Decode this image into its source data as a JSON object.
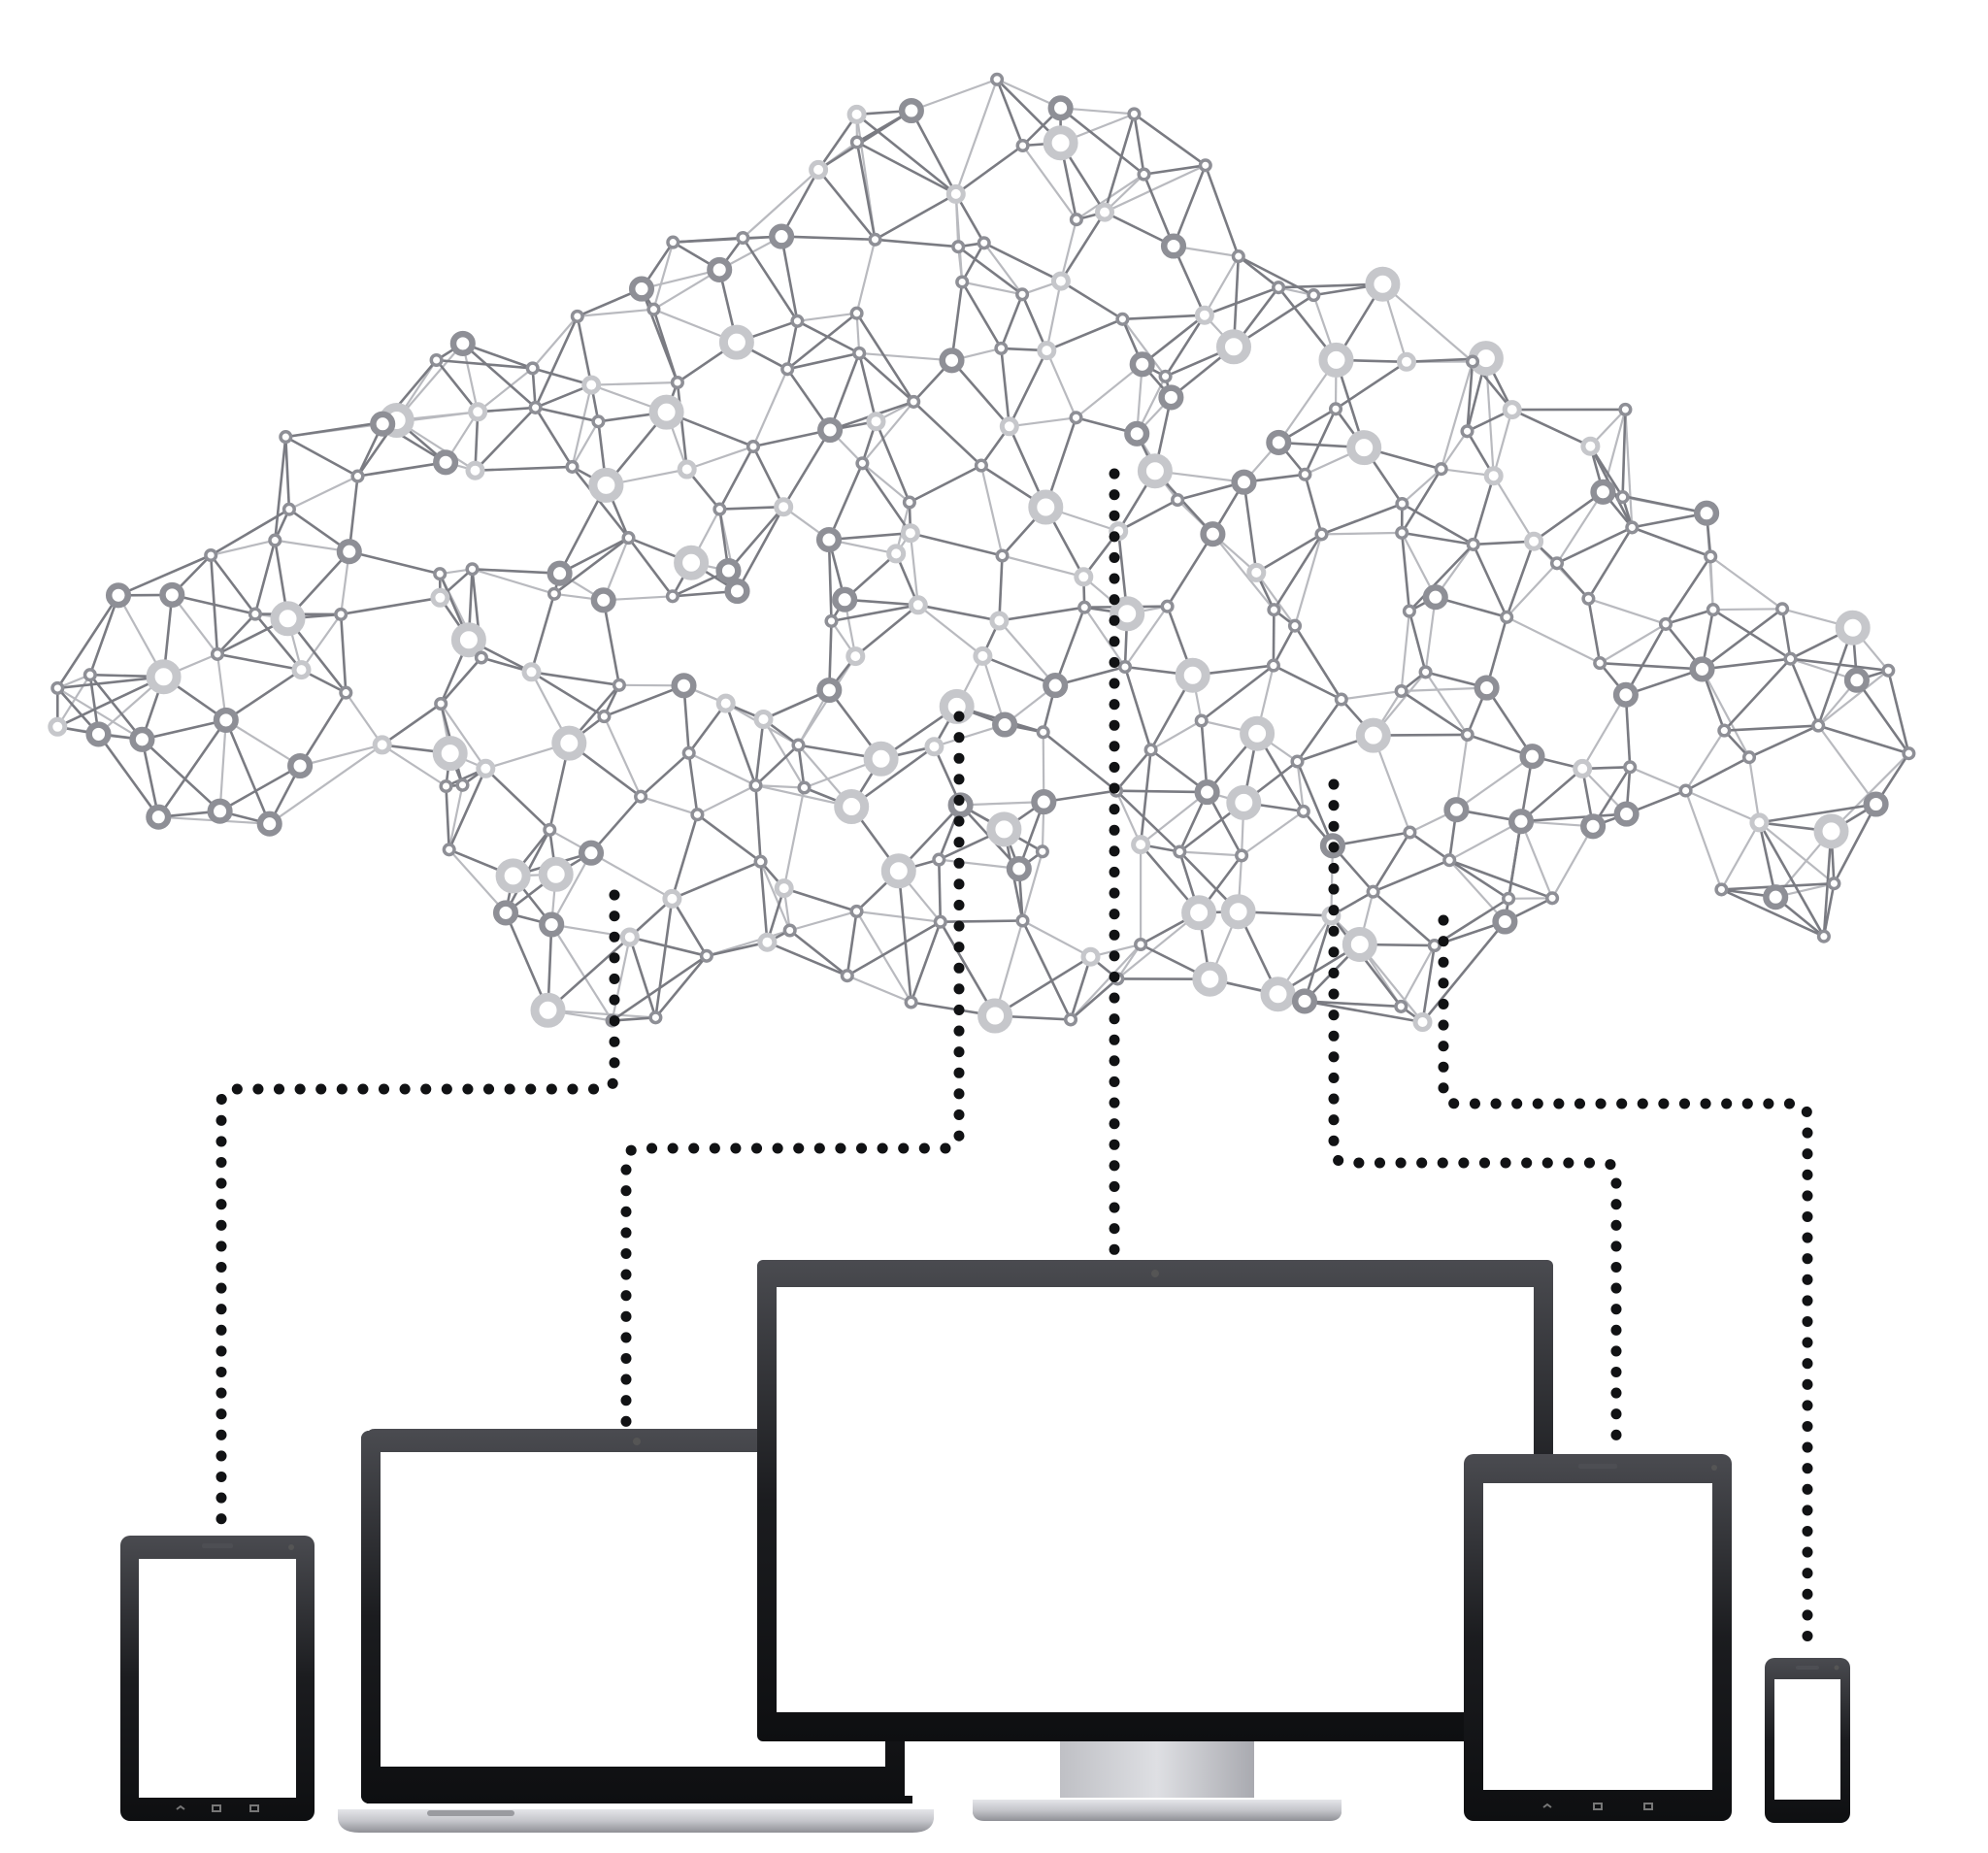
{
  "colors": {
    "background": "#ffffff",
    "network_edge_dark": "#7a7b82",
    "network_edge_light": "#b9babf",
    "network_node_dark": "#8e8f96",
    "network_node_light": "#c6c7cb",
    "connector_dots": "#111214",
    "device_bezel": "#1b1c1f",
    "device_body_silver": "#c4c5ca",
    "screen": "#ffffff"
  },
  "diagram": {
    "cloud": {
      "icon": "cloud-network-icon"
    },
    "devices": [
      {
        "id": "small-tablet",
        "icon": "tablet-icon"
      },
      {
        "id": "laptop",
        "icon": "laptop-icon"
      },
      {
        "id": "desktop-monitor",
        "icon": "monitor-icon"
      },
      {
        "id": "tablet",
        "icon": "tablet-icon"
      },
      {
        "id": "smartphone",
        "icon": "smartphone-icon"
      }
    ],
    "connectors": [
      {
        "from": "cloud",
        "to": "small-tablet",
        "style": "dotted"
      },
      {
        "from": "cloud",
        "to": "laptop",
        "style": "dotted"
      },
      {
        "from": "cloud",
        "to": "desktop-monitor",
        "style": "dotted"
      },
      {
        "from": "cloud",
        "to": "tablet",
        "style": "dotted"
      },
      {
        "from": "cloud",
        "to": "smartphone",
        "style": "dotted"
      }
    ]
  }
}
